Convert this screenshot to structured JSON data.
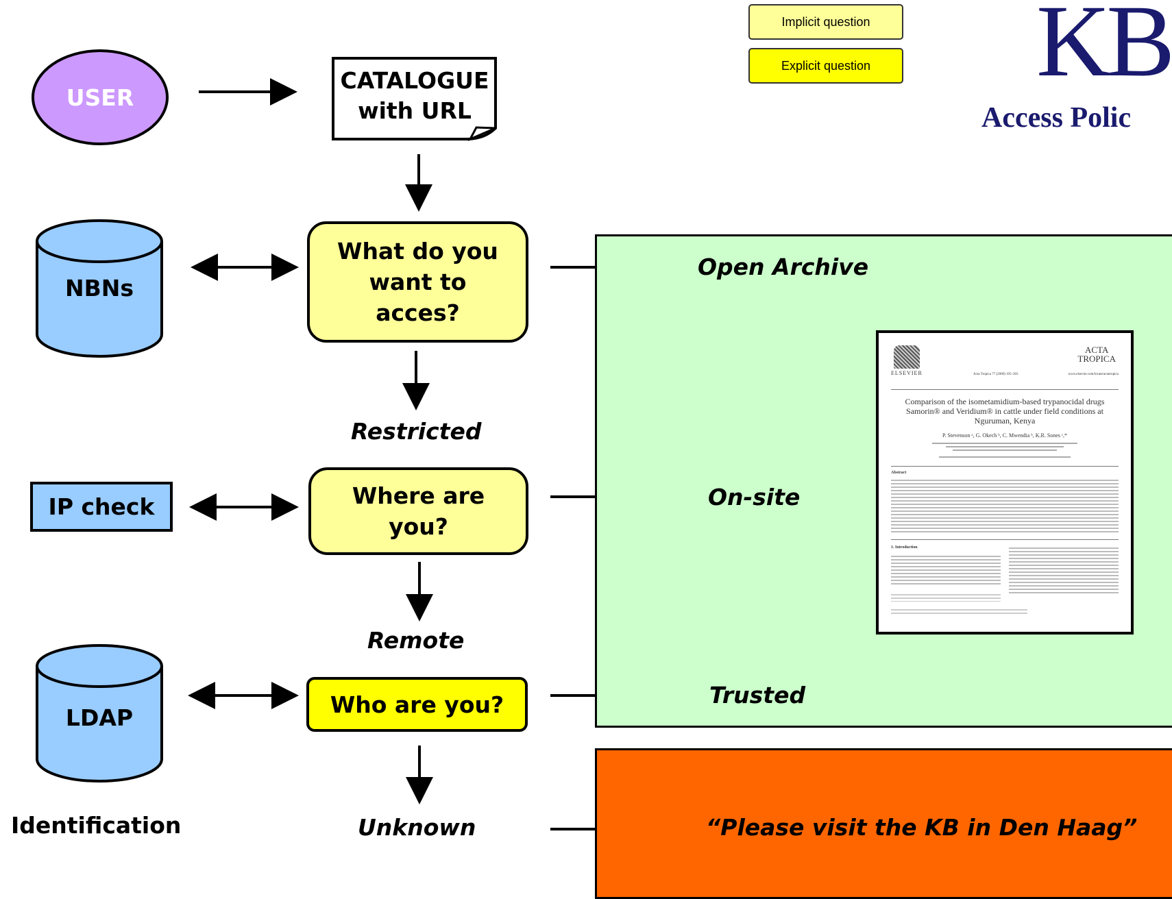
{
  "legend": {
    "implicit": "Implicit question",
    "explicit": "Explicit question",
    "implicit_color": "#ffff99",
    "explicit_color": "#ffff00"
  },
  "logo": {
    "text": "KB",
    "subtitle": "Access Polic",
    "color": "#1a1a6e"
  },
  "nodes": {
    "user": "USER",
    "catalogue_line1": "CATALOGUE",
    "catalogue_line2": "with URL",
    "nbns": "NBNs",
    "ip_check": "IP check",
    "ldap": "LDAP",
    "identification": "Identification",
    "q1_line1": "What do you",
    "q1_line2": "want to",
    "q1_line3": "acces?",
    "q2_line1": "Where are",
    "q2_line2": "you?",
    "q3": "Who are you?",
    "restricted": "Restricted",
    "remote": "Remote",
    "unknown": "Unknown"
  },
  "outcomes": {
    "open_archive": "Open Archive",
    "on_site": "On-site",
    "trusted": "Trusted",
    "visit": "“Please visit the KB in Den Haag”"
  },
  "colors": {
    "user_fill": "#cc99ff",
    "db_fill": "#99ccff",
    "access_area": "#ccffcc",
    "denied_area": "#ff6600"
  },
  "document": {
    "publisher": "ELSEVIER",
    "journal_ref": "Acta Tropica 77 (2000) 195–203",
    "journal_title_1": "ACTA",
    "journal_title_2": "TROPICA",
    "journal_url": "www.elsevier.com/locate/actatropica",
    "title": "Comparison of the isometamidium-based trypanocidal drugs Samorin® and Veridium® in cattle under field conditions at Nguruman, Kenya",
    "authors": "P. Stevenson ᵃ, G. Okech ᵇ, C. Mwendia ᵇ, K.R. Sones ᶜ,*",
    "abstract_heading": "Abstract",
    "intro_heading": "1. Introduction"
  }
}
